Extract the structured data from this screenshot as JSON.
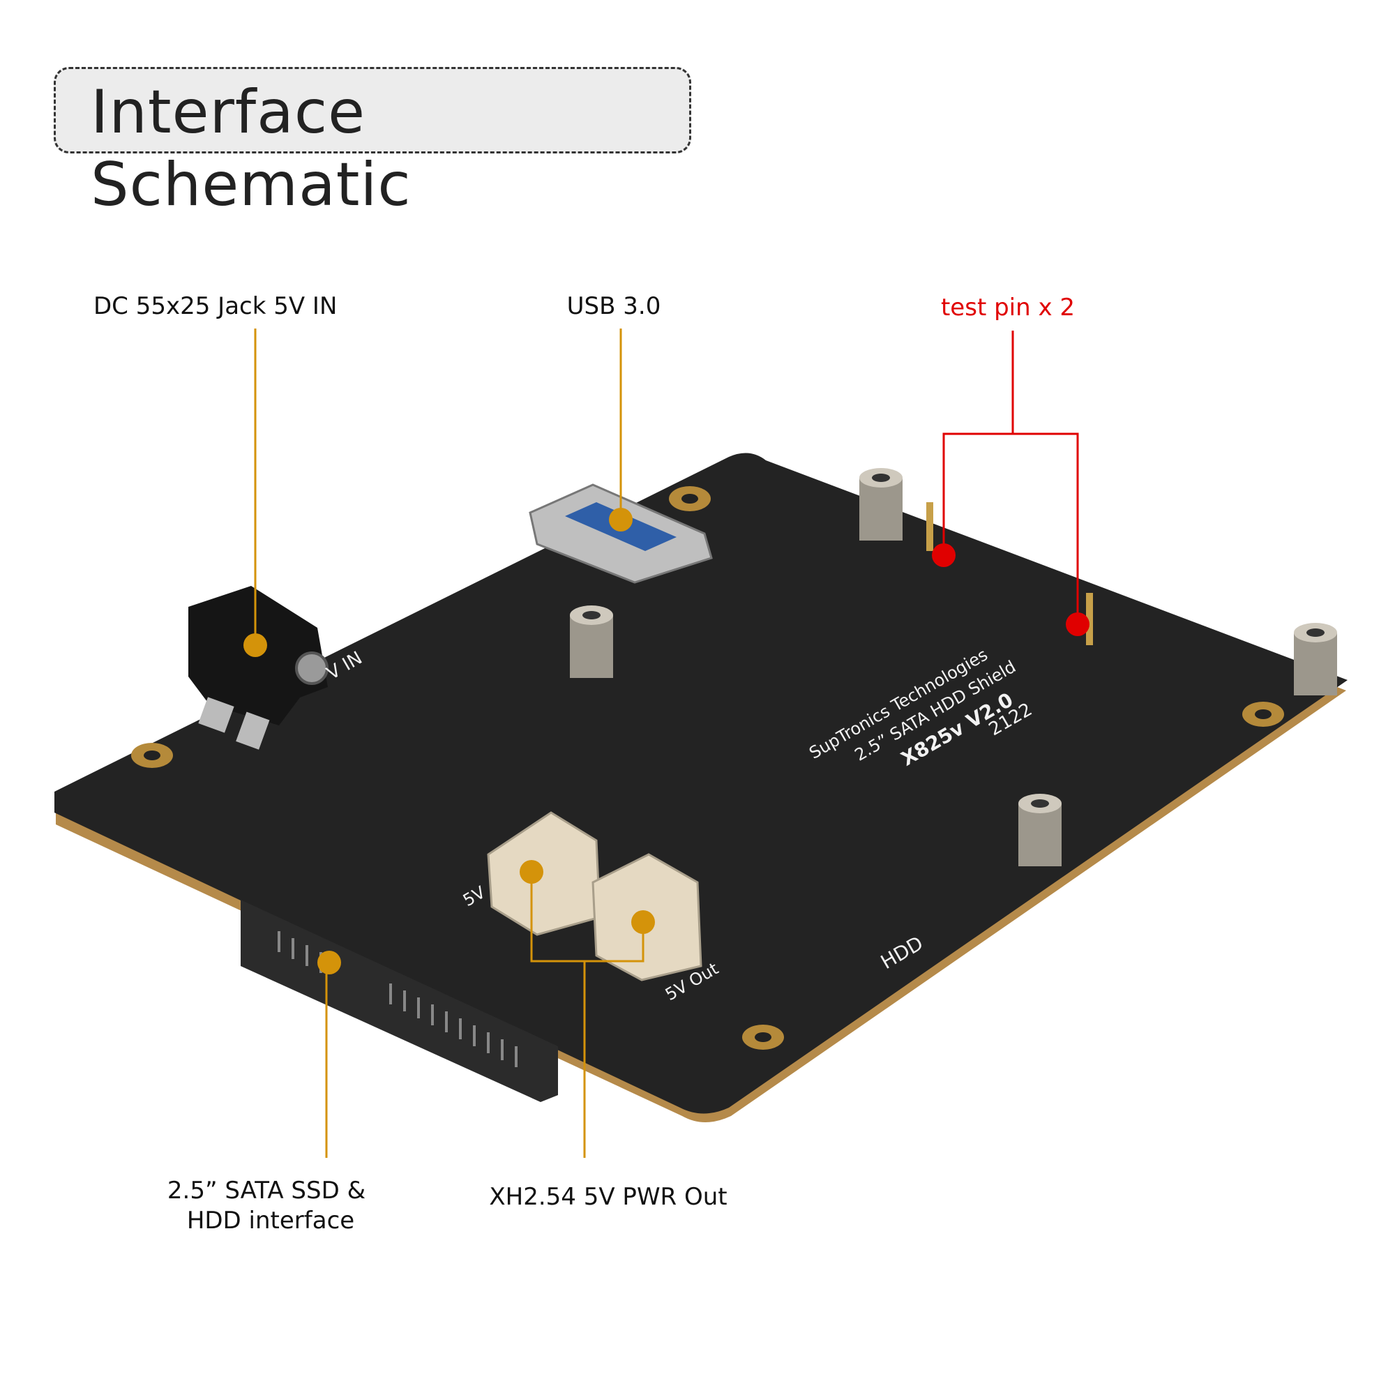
{
  "title": "Interface Schematic",
  "labels": {
    "dc_jack": "DC 55x25 Jack 5V IN",
    "usb": "USB 3.0",
    "test_pin": "test pin x 2",
    "sata_line1": "2.5” SATA SSD &",
    "sata_line2": "HDD interface",
    "xh": "XH2.54 5V PWR Out"
  },
  "pcb_silkscreen": {
    "line1": "SupTronics Technologies",
    "line2": "2.5” SATA HDD Shield",
    "line3": "X825v V2.0",
    "date": "2122",
    "jack_mark": "V IN",
    "conn_5v": "5V",
    "conn_5v_out": "5V Out",
    "hdd": "HDD"
  },
  "colors": {
    "callout": "#d4930a",
    "test_pin": "#e00000",
    "pcb": "#222222",
    "text": "#111111"
  }
}
